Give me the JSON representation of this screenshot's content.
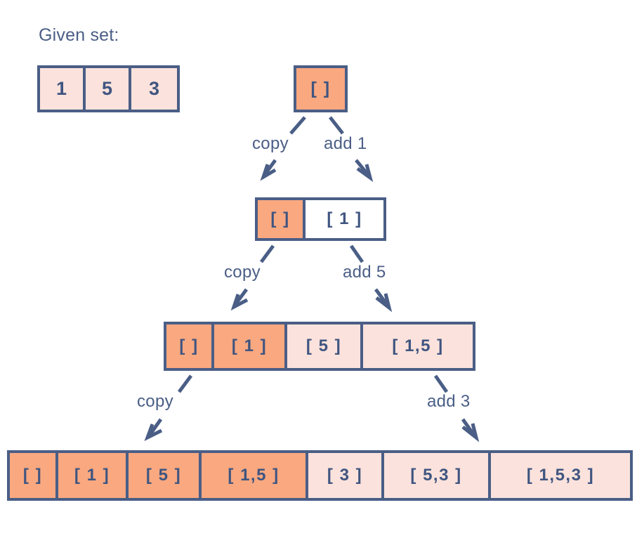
{
  "title": "Subsets generation (power set) step diagram",
  "labels": {
    "given_set_heading": "Given set:"
  },
  "given_set": {
    "name": "given-set",
    "cells": [
      {
        "text": "1",
        "fill": "#fbe2dc"
      },
      {
        "text": "5",
        "fill": "#fbe2dc"
      },
      {
        "text": "3",
        "fill": "#fbe2dc"
      }
    ]
  },
  "levels": [
    {
      "index": 0,
      "name": "level-0",
      "cells": [
        {
          "text": "[ ]",
          "fill": "#f9a880"
        }
      ]
    },
    {
      "index": 1,
      "name": "level-1",
      "cells": [
        {
          "text": "[ ]",
          "fill": "#f9a880"
        },
        {
          "text": "[ 1 ]",
          "fill": "#ffffff"
        }
      ]
    },
    {
      "index": 2,
      "name": "level-2",
      "cells": [
        {
          "text": "[ ]",
          "fill": "#f9a880"
        },
        {
          "text": "[ 1 ]",
          "fill": "#f9a880"
        },
        {
          "text": "[ 5 ]",
          "fill": "#fbe2dc"
        },
        {
          "text": "[ 1,5 ]",
          "fill": "#fbe2dc"
        }
      ]
    },
    {
      "index": 3,
      "name": "level-3",
      "cells": [
        {
          "text": "[ ]",
          "fill": "#f9a880"
        },
        {
          "text": "[ 1 ]",
          "fill": "#f9a880"
        },
        {
          "text": "[ 5 ]",
          "fill": "#f9a880"
        },
        {
          "text": "[ 1,5 ]",
          "fill": "#f9a880"
        },
        {
          "text": "[ 3 ]",
          "fill": "#fbe2dc"
        },
        {
          "text": "[ 5,3 ]",
          "fill": "#fbe2dc"
        },
        {
          "text": "[ 1,5,3 ]",
          "fill": "#fbe2dc"
        }
      ]
    }
  ],
  "transitions": [
    {
      "name": "copy-1",
      "label": "copy",
      "from_level": 0,
      "to_level": 1
    },
    {
      "name": "add-1",
      "label": "add 1",
      "from_level": 0,
      "to_level": 1
    },
    {
      "name": "copy-2",
      "label": "copy",
      "from_level": 1,
      "to_level": 2
    },
    {
      "name": "add-5",
      "label": "add 5",
      "from_level": 1,
      "to_level": 2
    },
    {
      "name": "copy-3",
      "label": "copy",
      "from_level": 2,
      "to_level": 3
    },
    {
      "name": "add-3",
      "label": "add 3",
      "from_level": 2,
      "to_level": 3
    }
  ],
  "colors": {
    "ink": "#4a5e86",
    "border": "#4a5e86",
    "highlight": "#f9a880",
    "soft": "#fbe2dc",
    "plain": "#ffffff",
    "background": "#ffffff"
  }
}
